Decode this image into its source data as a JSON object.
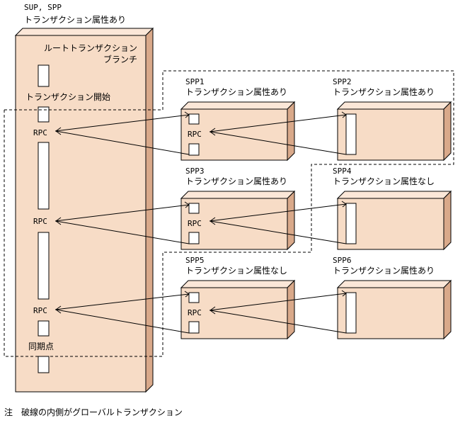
{
  "sup": {
    "title_line1": "SUP, SPP",
    "title_line2": "トランザクション属性あり",
    "root_line1": "ルートトランザクション",
    "root_line2": "ブランチ",
    "tx_start": "トランザクション開始",
    "sync_point": "同期点"
  },
  "rpc_label": "RPC",
  "spp": [
    {
      "id": "SPP1",
      "attr": "トランザクション属性あり"
    },
    {
      "id": "SPP2",
      "attr": "トランザクション属性あり"
    },
    {
      "id": "SPP3",
      "attr": "トランザクション属性あり"
    },
    {
      "id": "SPP4",
      "attr": "トランザクション属性なし"
    },
    {
      "id": "SPP5",
      "attr": "トランザクション属性なし"
    },
    {
      "id": "SPP6",
      "attr": "トランザクション属性あり"
    }
  ],
  "note": {
    "prefix": "注",
    "text": "破線の内側がグローバルトランザクション"
  }
}
